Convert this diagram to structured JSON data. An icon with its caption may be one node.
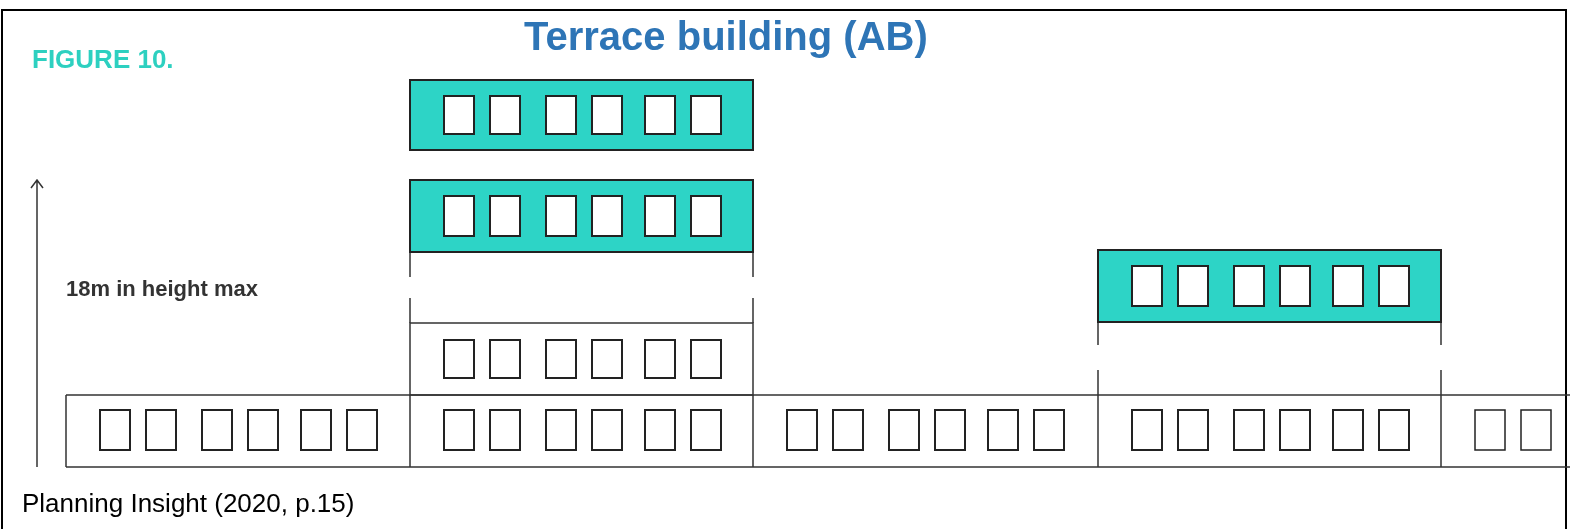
{
  "diagram": {
    "title": "Terrace building (AB)",
    "caption": "Planning Insight (2020, p.15)",
    "labels": [
      "FIGURE 10.",
      "18m in height max"
    ]
  }
}
